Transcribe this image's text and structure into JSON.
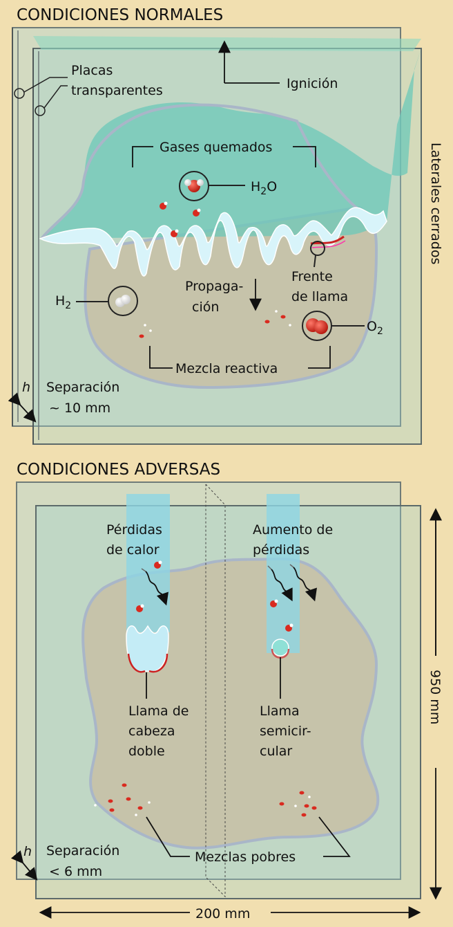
{
  "top": {
    "title": "CONDICIONES NORMALES",
    "labels": {
      "placas_1": "Placas",
      "placas_2": "transparentes",
      "ignicion": "Ignición",
      "gases_quemados": "Gases quemados",
      "h2o": "H",
      "h2o_sub": "2",
      "h2o_end": "O",
      "laterales": "Laterales cerrados",
      "propagacion_1": "Propaga-",
      "propagacion_2": "ción",
      "frente_1": "Frente",
      "frente_2": "de llama",
      "h2": "H",
      "h2_sub": "2",
      "o2": "O",
      "o2_sub": "2",
      "mezcla": "Mezcla reactiva",
      "h_symbol": "h",
      "separacion_1": "Separación",
      "separacion_2": "~ 10 mm"
    }
  },
  "bottom": {
    "title": "CONDICIONES ADVERSAS",
    "labels": {
      "perdidas_1": "Pérdidas",
      "perdidas_2": "de calor",
      "aumento_1": "Aumento de",
      "aumento_2": "pérdidas",
      "llama_doble_1": "Llama de",
      "llama_doble_2": "cabeza",
      "llama_doble_3": "doble",
      "llama_semi_1": "Llama",
      "llama_semi_2": "semicir-",
      "llama_semi_3": "cular",
      "mezclas_pobres": "Mezclas pobres",
      "h_symbol": "h",
      "separacion_1": "Separación",
      "separacion_2": "< 6 mm",
      "height_dim": "950 mm",
      "width_dim": "200 mm"
    }
  },
  "colors": {
    "background": "#f1dfb0",
    "plate": "#a8ccc8",
    "burned_gas": "#6cc8b8",
    "flame_front": "#d8f4fa",
    "mixture": "#c7c0a5",
    "oxygen": "#d92a1f",
    "frame": "#5c6a6a"
  }
}
